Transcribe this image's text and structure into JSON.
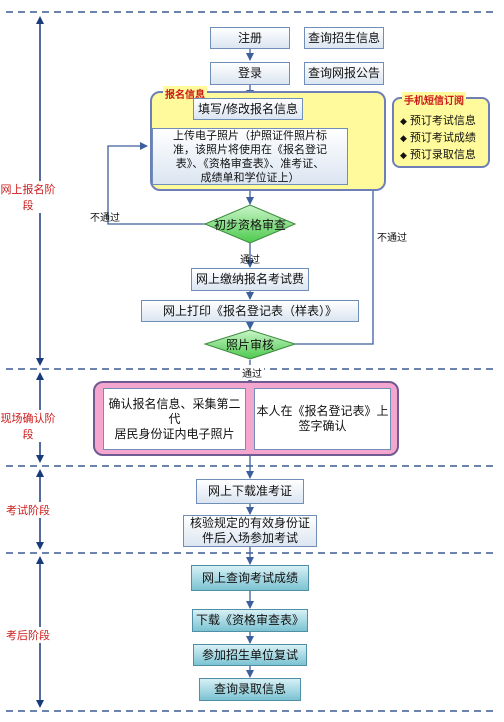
{
  "stages": [
    "网上报名阶段",
    "现场确认阶段",
    "考试阶段",
    "考后阶段"
  ],
  "top": {
    "register": "注册",
    "query_info": "查询招生信息",
    "login": "登录",
    "query_notice": "查询网报公告"
  },
  "signup": {
    "group_label": "报名信息",
    "fill_info": "填写/修改报名信息",
    "upload_photo": "上传电子照片（护照证件照片标\n准，该照片将使用在《报名登记\n表》、《资格审查表》、准考证、\n成绩单和学位证上）"
  },
  "sms": {
    "title": "手机短信订阅",
    "items": [
      "预订考试信息",
      "预订考试成绩",
      "预订录取信息"
    ]
  },
  "flow": {
    "initial_check": "初步资格审查",
    "fail_left": "不通过",
    "pass1": "通过",
    "pay_fee": "网上缴纳报名考试费",
    "print_form": "网上打印《报名登记表（样表）》",
    "photo_review": "照片审核",
    "fail_right": "不通过",
    "pass2": "通过"
  },
  "onsite": {
    "confirm": "确认报名信息、采集第二代\n居民身份证内电子照片",
    "sign": "本人在《报名登记表》上\n签字确认"
  },
  "exam": {
    "download_ticket": "网上下载准考证",
    "verify_id": "核验规定的有效身份证\n件后入场参加考试"
  },
  "after": {
    "query_score": "网上查询考试成绩",
    "download_review": "下载《资格审查表》",
    "retest": "参加招生单位复试",
    "query_admission": "查询录取信息"
  },
  "colors": {
    "stage_text": "#cc1a1a",
    "arrow": "#3d5f9e",
    "dash_line": "#3b5a93",
    "diamond_fill": "#7fe07f",
    "box_fill": "#dbe5f1",
    "teal_fill": "#7cc3d2",
    "yellow_fill": "#fffb9c",
    "pink_fill": "#f5a6cf"
  }
}
